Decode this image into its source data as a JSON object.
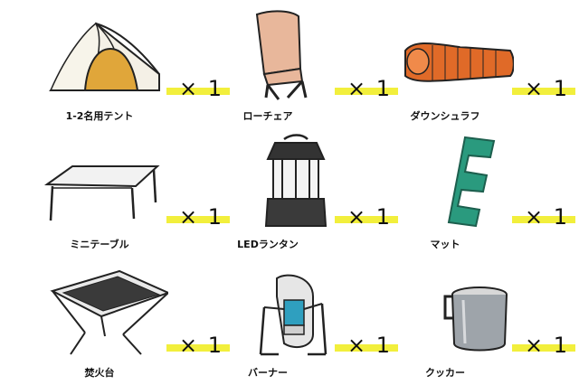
{
  "items": [
    {
      "label": "1-2名用テント",
      "qty": "× 1",
      "icon": "tent-icon"
    },
    {
      "label": "ローチェア",
      "qty": "× 1",
      "icon": "low-chair-icon"
    },
    {
      "label": "ダウンシュラフ",
      "qty": "× 1",
      "icon": "sleeping-bag-icon"
    },
    {
      "label": "ミニテーブル",
      "qty": "× 1",
      "icon": "mini-table-icon"
    },
    {
      "label": "LEDランタン",
      "qty": "× 1",
      "icon": "led-lantern-icon"
    },
    {
      "label": "マット",
      "qty": "× 1",
      "icon": "mat-icon"
    },
    {
      "label": "焚火台",
      "qty": "× 1",
      "icon": "fire-pit-icon"
    },
    {
      "label": "バーナー",
      "qty": "× 1",
      "icon": "burner-icon"
    },
    {
      "label": "クッカー",
      "qty": "× 1",
      "icon": "cooker-icon"
    }
  ],
  "colors": {
    "highlight": "#f2ef3c",
    "tent": "#e0a63a",
    "chair": "#e8b79b",
    "sleeping_bag": "#e06a28",
    "mat": "#2a9a7e"
  }
}
